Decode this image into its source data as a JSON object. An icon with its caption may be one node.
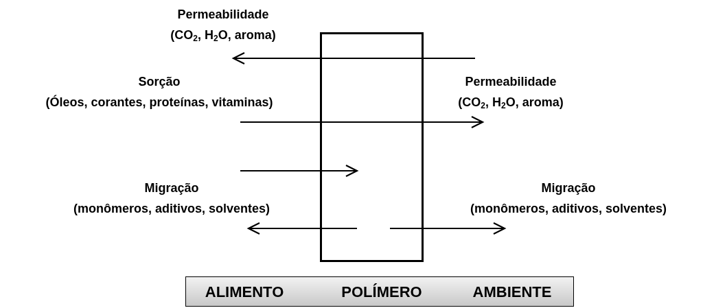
{
  "diagram": {
    "nodes": [
      {
        "text": [],
        "shape": "box"
      },
      {
        "text": [
          "ALIMENTO",
          "POLÍMERO",
          "AMBIENTE"
        ]
      }
    ],
    "labels": [
      "Permeabilidade",
      "(CO$_{2}$, H$_{2}$O, aroma)",
      "Sorção",
      "(Óleos, corantes, proteínas, vitaminas)",
      "Permeabilidade",
      "(CO$_{2}$, H$_{2}$O, aroma)",
      "Migração",
      "(monômeros, aditivos, solventes)",
      "Migração",
      "(monômeros, aditivos, solventes)"
    ]
  }
}
